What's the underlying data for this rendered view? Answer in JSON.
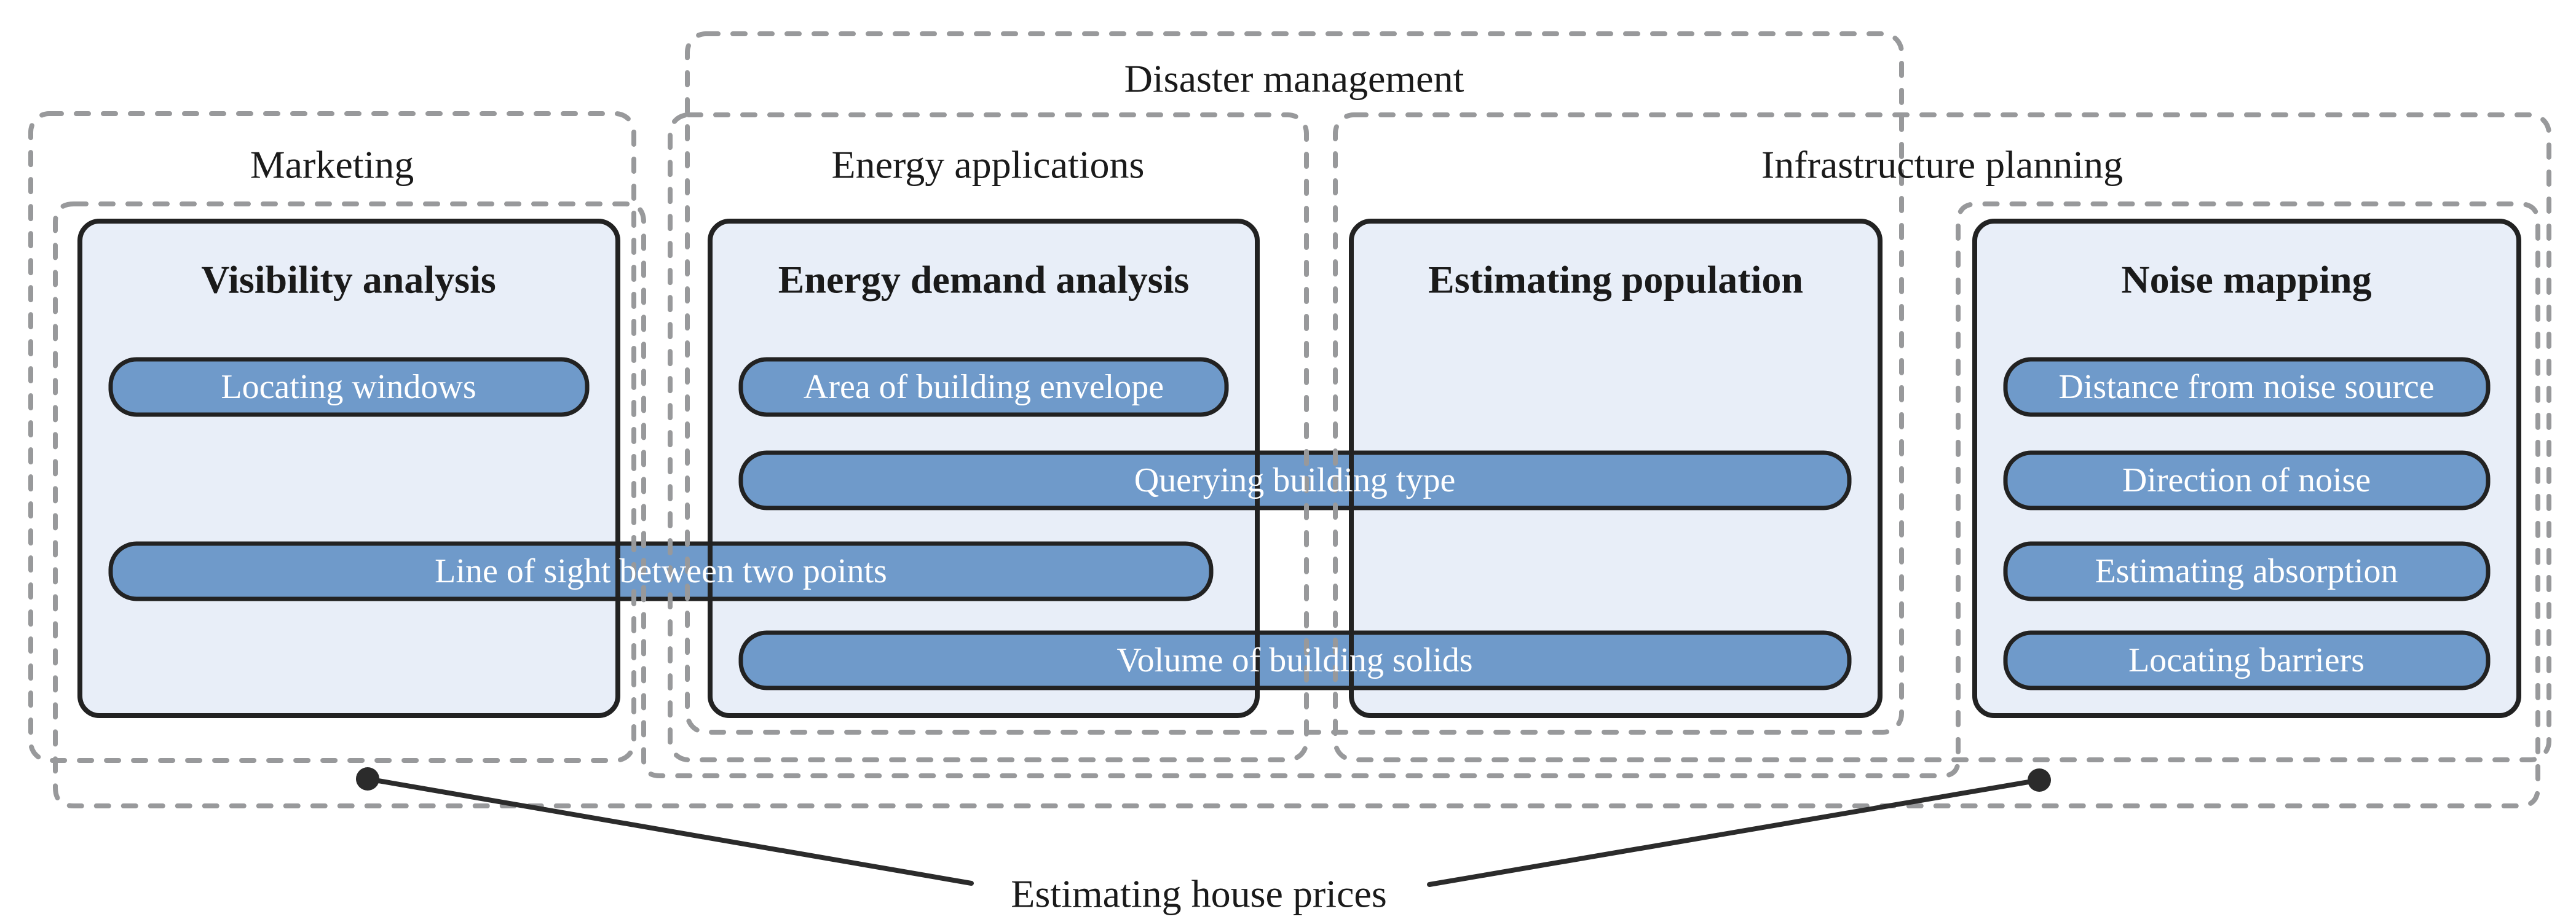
{
  "colors": {
    "pill-fill": "#6f9aca",
    "pill-border": "#222222",
    "box-fill": "#e8eef8",
    "box-border": "#222222",
    "dash-gray": "#98999b",
    "ink": "#2b2b2b"
  },
  "applications": {
    "marketing": {
      "label": "Marketing"
    },
    "disaster_management": {
      "label": "Disaster management"
    },
    "energy_applications": {
      "label": "Energy applications"
    },
    "infrastructure_planning": {
      "label": "Infrastructure planning"
    },
    "estimating_house_prices": {
      "label": "Estimating house prices"
    }
  },
  "use_cases": {
    "visibility_analysis": {
      "title": "Visibility analysis"
    },
    "energy_demand_analysis": {
      "title": "Energy demand analysis"
    },
    "estimating_population": {
      "title": "Estimating population"
    },
    "noise_mapping": {
      "title": "Noise mapping"
    }
  },
  "operations": {
    "locating_windows": {
      "label": "Locating windows"
    },
    "area_of_building_envelope": {
      "label": "Area of building envelope"
    },
    "querying_building_type": {
      "label": "Querying building type"
    },
    "line_of_sight": {
      "label": "Line of sight between two points"
    },
    "volume_of_building_solids": {
      "label": "Volume of building solids"
    },
    "distance_from_noise_source": {
      "label": "Distance from noise source"
    },
    "direction_of_noise": {
      "label": "Direction of noise"
    },
    "estimating_absorption": {
      "label": "Estimating absorption"
    },
    "locating_barriers": {
      "label": "Locating barriers"
    }
  }
}
